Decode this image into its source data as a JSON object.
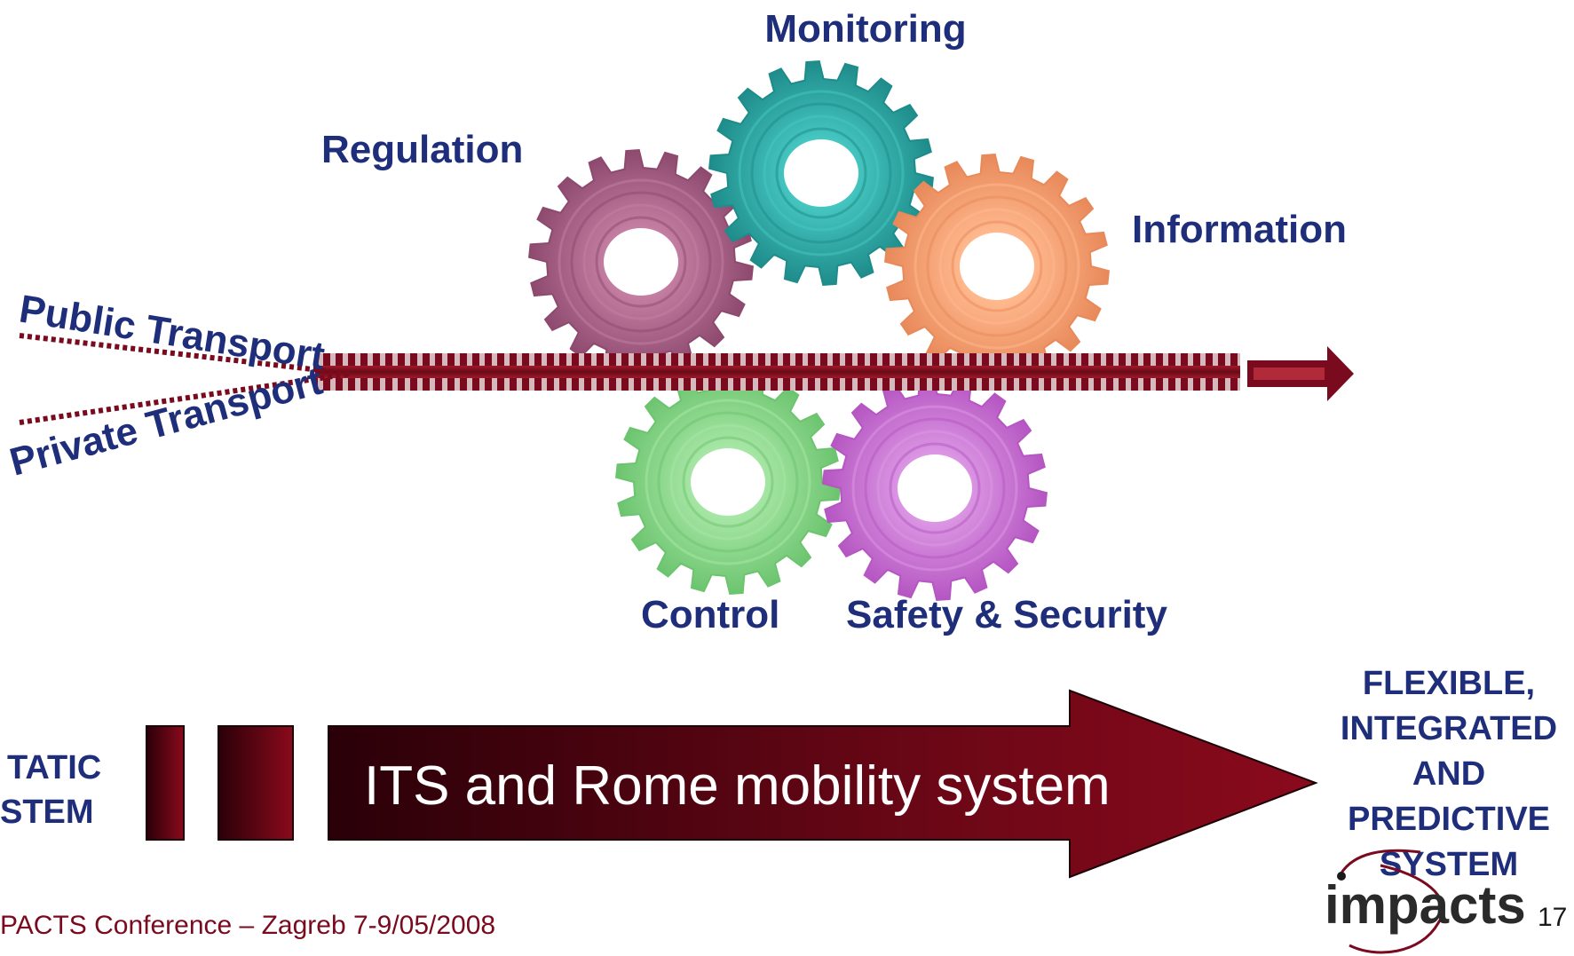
{
  "labels": {
    "monitoring": "Monitoring",
    "regulation": "Regulation",
    "information": "Information",
    "control": "Control",
    "safety": "Safety & Security",
    "public_transport": "Public Transport",
    "private_transport": "Private Transport"
  },
  "gears": [
    {
      "id": "regulation",
      "color": "#8e4a6e",
      "light": "#c47fa3"
    },
    {
      "id": "monitoring",
      "color": "#1e8c8a",
      "light": "#46c7c2"
    },
    {
      "id": "information",
      "color": "#e8895a",
      "light": "#ffb98e"
    },
    {
      "id": "control",
      "color": "#6cc46f",
      "light": "#a8e7a6"
    },
    {
      "id": "safety",
      "color": "#b556c2",
      "light": "#dc97e4"
    }
  ],
  "bottom": {
    "left_text_line1": "TATIC",
    "left_text_line2": "STEM",
    "arrow_text": "ITS and Rome mobility system",
    "right_text": [
      "FLEXIBLE,",
      "INTEGRATED",
      "AND",
      "PREDICTIVE",
      "SYSTEM"
    ]
  },
  "footer": {
    "conference": "PACTS Conference – Zagreb 7-9/05/2008",
    "logo_text": "impacts",
    "page_number": "17"
  },
  "colors": {
    "label_blue": "#1f2e7a",
    "dark_red": "#7a0a1e",
    "arrow_dark": "#2a0008",
    "arrow_red": "#8a0a1c"
  }
}
